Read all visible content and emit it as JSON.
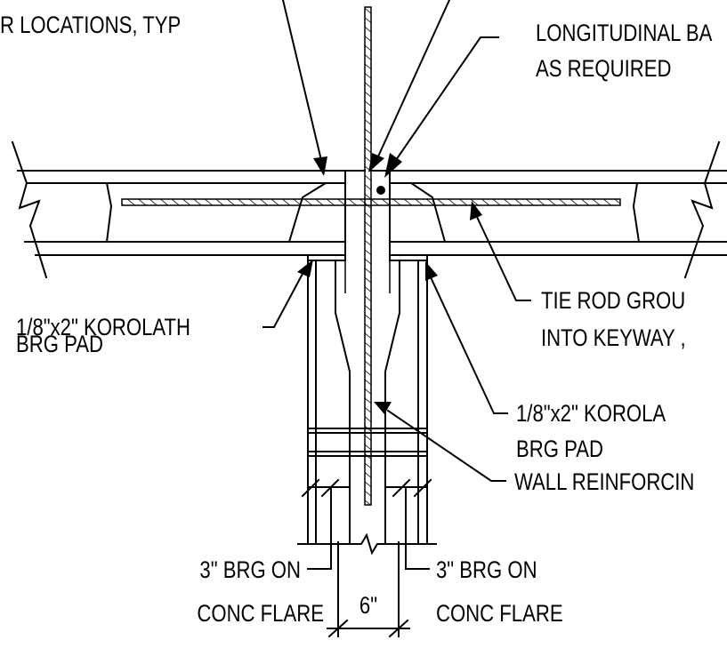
{
  "labels": {
    "bar_locations": "R LOCATIONS, TYP",
    "longitudinal_line1": "LONGITUDINAL BA",
    "longitudinal_line2": "AS REQUIRED",
    "korolath_left_line1": "1/8\"x2\" KOROLATH",
    "korolath_left_line2": "BRG PAD",
    "tie_rod_line1": "TIE ROD GROU",
    "tie_rod_line2": "INTO KEYWAY ,",
    "korolath_right_line1": "1/8\"x2\" KOROLA",
    "korolath_right_line2": "BRG PAD",
    "wall_reinforcing": "WALL REINFORCIN",
    "brg_left_line1": "3\" BRG ON",
    "brg_left_line2": "CONC FLARE",
    "brg_right_line1": "3\" BRG ON",
    "brg_right_line2": "CONC FLARE",
    "dimension_6in": "6\""
  }
}
